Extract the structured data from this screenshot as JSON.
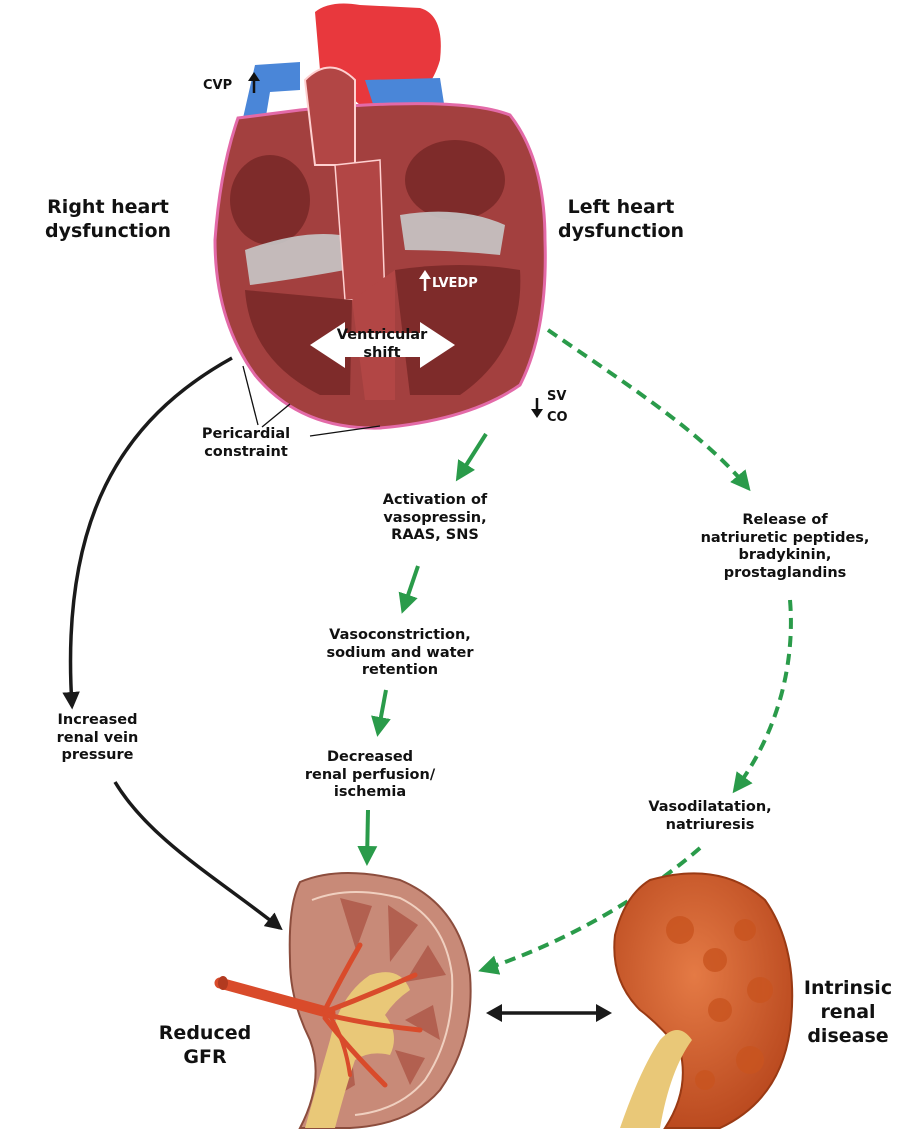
{
  "labels": {
    "cvp": "CVP",
    "right_heart": "Right heart\ndysfunction",
    "left_heart": "Left heart\ndysfunction",
    "lvedp": "LVEDP",
    "ventricular_shift": "Ventricular\nshift",
    "sv": "SV",
    "co": "CO",
    "pericardial": "Pericardial\nconstraint",
    "activation": "Activation of\nvasopressin,\nRAAS, SNS",
    "release": "Release of\nnatriuretic peptides,\nbradykinin,\nprostaglandins",
    "vasoconstriction": "Vasoconstriction,\nsodium and water\nretention",
    "increased_renal_vein": "Increased\nrenal vein\npressure",
    "decreased_perfusion": "Decreased\nrenal perfusion/\nischemia",
    "vasodilatation": "Vasodilatation,\nnatriuresis",
    "reduced_gfr": "Reduced\nGFR",
    "intrinsic": "Intrinsic\nrenal\ndisease"
  },
  "colors": {
    "green_arrow": "#2a9b4a",
    "black_arrow": "#1a1a1a",
    "heart_muscle": "#a3403f",
    "heart_chamber": "#7e2b2a",
    "aorta": "#e8383d",
    "vein": "#4a86d8",
    "pericardium": "#e36aa8",
    "kidney_cortex": "#c88a78",
    "renal_artery": "#d94b2b",
    "ureter": "#e9c878",
    "diseased_kidney": "#d5602c"
  }
}
